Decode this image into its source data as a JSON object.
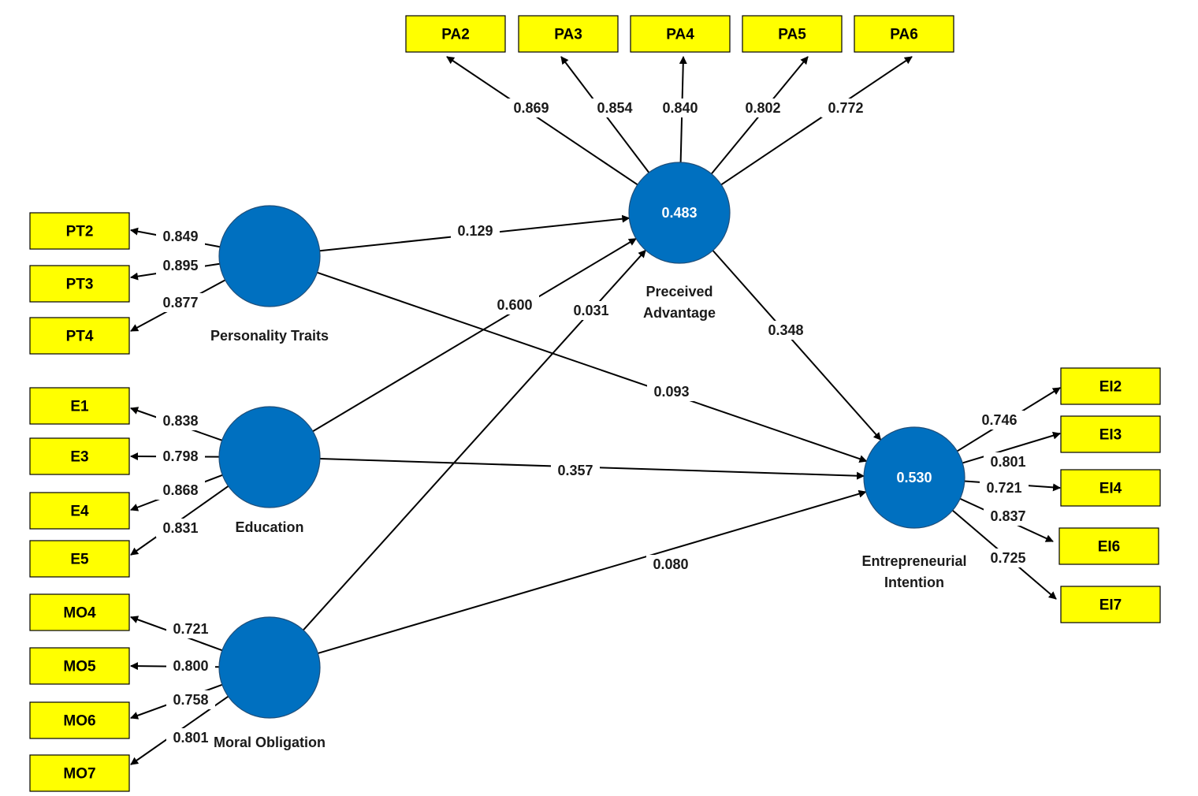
{
  "colors": {
    "indicator_fill": "#ffff00",
    "latent_fill": "#0070c0",
    "line": "#000000"
  },
  "latents": {
    "pt": {
      "label_lines": [
        "Personality Traits"
      ],
      "r2": ""
    },
    "ed": {
      "label_lines": [
        "Education"
      ],
      "r2": ""
    },
    "mo": {
      "label_lines": [
        "Moral Obligation"
      ],
      "r2": ""
    },
    "pa": {
      "label_lines": [
        "Preceived",
        "Advantage"
      ],
      "r2": "0.483"
    },
    "ei": {
      "label_lines": [
        "Entrepreneurial",
        "Intention"
      ],
      "r2": "0.530"
    }
  },
  "indicators": {
    "PA2": "PA2",
    "PA3": "PA3",
    "PA4": "PA4",
    "PA5": "PA5",
    "PA6": "PA6",
    "PT2": "PT2",
    "PT3": "PT3",
    "PT4": "PT4",
    "E1": "E1",
    "E3": "E3",
    "E4": "E4",
    "E5": "E5",
    "MO4": "MO4",
    "MO5": "MO5",
    "MO6": "MO6",
    "MO7": "MO7",
    "EI2": "EI2",
    "EI3": "EI3",
    "EI4": "EI4",
    "EI6": "EI6",
    "EI7": "EI7"
  },
  "loadings": [
    {
      "latent": "pa",
      "indicator": "PA2",
      "value": "0.869"
    },
    {
      "latent": "pa",
      "indicator": "PA3",
      "value": "0.854"
    },
    {
      "latent": "pa",
      "indicator": "PA4",
      "value": "0.840"
    },
    {
      "latent": "pa",
      "indicator": "PA5",
      "value": "0.802"
    },
    {
      "latent": "pa",
      "indicator": "PA6",
      "value": "0.772"
    },
    {
      "latent": "pt",
      "indicator": "PT2",
      "value": "0.849"
    },
    {
      "latent": "pt",
      "indicator": "PT3",
      "value": "0.895"
    },
    {
      "latent": "pt",
      "indicator": "PT4",
      "value": "0.877"
    },
    {
      "latent": "ed",
      "indicator": "E1",
      "value": "0.838"
    },
    {
      "latent": "ed",
      "indicator": "E3",
      "value": "0.798"
    },
    {
      "latent": "ed",
      "indicator": "E4",
      "value": "0.868"
    },
    {
      "latent": "ed",
      "indicator": "E5",
      "value": "0.831"
    },
    {
      "latent": "mo",
      "indicator": "MO4",
      "value": "0.721"
    },
    {
      "latent": "mo",
      "indicator": "MO5",
      "value": "0.800"
    },
    {
      "latent": "mo",
      "indicator": "MO6",
      "value": "0.758"
    },
    {
      "latent": "mo",
      "indicator": "MO7",
      "value": "0.801"
    },
    {
      "latent": "ei",
      "indicator": "EI2",
      "value": "0.746"
    },
    {
      "latent": "ei",
      "indicator": "EI3",
      "value": "0.801"
    },
    {
      "latent": "ei",
      "indicator": "EI4",
      "value": "0.721"
    },
    {
      "latent": "ei",
      "indicator": "EI6",
      "value": "0.837"
    },
    {
      "latent": "ei",
      "indicator": "EI7",
      "value": "0.725"
    }
  ],
  "paths": [
    {
      "from": "pt",
      "to": "pa",
      "value": "0.129"
    },
    {
      "from": "ed",
      "to": "pa",
      "value": "0.600"
    },
    {
      "from": "mo",
      "to": "pa",
      "value": "0.031"
    },
    {
      "from": "pa",
      "to": "ei",
      "value": "0.348"
    },
    {
      "from": "pt",
      "to": "ei",
      "value": "0.093"
    },
    {
      "from": "ed",
      "to": "ei",
      "value": "0.357"
    },
    {
      "from": "mo",
      "to": "ei",
      "value": "0.080"
    }
  ]
}
